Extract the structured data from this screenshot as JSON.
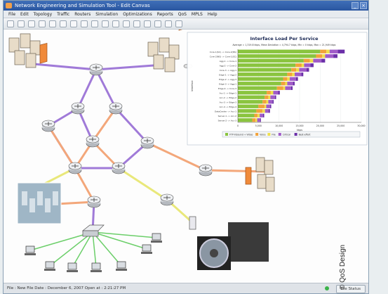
{
  "window": {
    "title": "Network Engineering and Simulation Tool - Edit Canvas"
  },
  "menu": [
    "File",
    "Edit",
    "Topology",
    "Traffic",
    "Routers",
    "Simulation",
    "Optimizations",
    "Reports",
    "QoS",
    "MPLS",
    "Help"
  ],
  "toolbar": {
    "icons": [
      "new-icon",
      "open-icon",
      "save-icon",
      "print-icon",
      "zoom-in-icon",
      "zoom-out-icon",
      "pointer-icon",
      "link-icon",
      "router-icon",
      "switch-icon",
      "server-icon",
      "host-icon",
      "delete-icon",
      "refresh-icon",
      "settings-icon",
      "chart-icon",
      "report-icon"
    ]
  },
  "status": {
    "text": "File : New File   Date :  December 6, 2007    Open at :  2:21:27 PM",
    "button": "File Status"
  },
  "credit": "© QoS Design",
  "colors": {
    "core_link": "#a07ad8",
    "edge_link": "#f3a77a",
    "access_link": "#e9e87a",
    "lan_link": "#6ccf6a"
  },
  "chart_data": {
    "type": "bar",
    "title": "Interface Load Per Service",
    "subtitle": "Average = 1,319.8 kbps, Mean Deviation = 4,794.7 kbps, Min = 0 kbps, Max = 21,949 kbps",
    "ylabel": "Interface",
    "xlabel": "kbps",
    "ticks": [
      "0",
      "5,000",
      "10,000",
      "15,000",
      "20,000",
      "25,000",
      "30,000"
    ],
    "xlim": [
      0,
      30000
    ],
    "series": [
      {
        "name": "FTP-Inbound + Video",
        "color": "#8ac43f"
      },
      {
        "name": "Voice",
        "color": "#f2a23a"
      },
      {
        "name": "File",
        "color": "#efe04a"
      },
      {
        "name": "Critical",
        "color": "#a05bc8"
      },
      {
        "name": "Best-effort",
        "color": "#6b2fa8"
      }
    ],
    "rows": [
      {
        "label": "Core-1(SC) -> Core-2(NS)",
        "values": [
          20000,
          1500,
          800,
          2000,
          1649
        ]
      },
      {
        "label": "Core-2(NS) -> Core-1(SC)",
        "values": [
          19000,
          1500,
          700,
          2000,
          1000
        ]
      },
      {
        "label": "Agg-1 -> Core-1",
        "values": [
          16000,
          1500,
          800,
          2000,
          900
        ]
      },
      {
        "label": "Agg-2 -> Core-2",
        "values": [
          14000,
          1500,
          600,
          1500,
          800
        ]
      },
      {
        "label": "Core-3 -> Agg-1",
        "values": [
          13000,
          1200,
          700,
          1800,
          600
        ]
      },
      {
        "label": "Edge-1 -> Agg-2",
        "values": [
          12000,
          1200,
          600,
          1600,
          500
        ]
      },
      {
        "label": "Edge-2 -> Agg-3",
        "values": [
          11000,
          1000,
          600,
          1500,
          500
        ]
      },
      {
        "label": "Edge-3 -> Agg-1",
        "values": [
          10500,
          1000,
          500,
          1400,
          400
        ]
      },
      {
        "label": "Edge-4 -> Core-3",
        "values": [
          9500,
          1500,
          500,
          1400,
          400
        ]
      },
      {
        "label": "Acc-1 -> Edge-1",
        "values": [
          7000,
          1000,
          600,
          1200,
          400
        ]
      },
      {
        "label": "Acc-2 -> Edge-2",
        "values": [
          6500,
          900,
          500,
          1100,
          300
        ]
      },
      {
        "label": "Acc-3 -> Edge-3",
        "values": [
          6000,
          900,
          500,
          1000,
          300
        ]
      },
      {
        "label": "Acc-4 -> Edge-4",
        "values": [
          5000,
          1500,
          400,
          900,
          300
        ]
      },
      {
        "label": "DataCenter -> Acc-1",
        "values": [
          4500,
          1500,
          600,
          900,
          300
        ]
      },
      {
        "label": "Server-1 -> Acc-2",
        "values": [
          4000,
          800,
          500,
          800,
          300
        ]
      },
      {
        "label": "Server-2 -> Acc-3",
        "values": [
          3500,
          800,
          400,
          700,
          200
        ]
      }
    ]
  }
}
